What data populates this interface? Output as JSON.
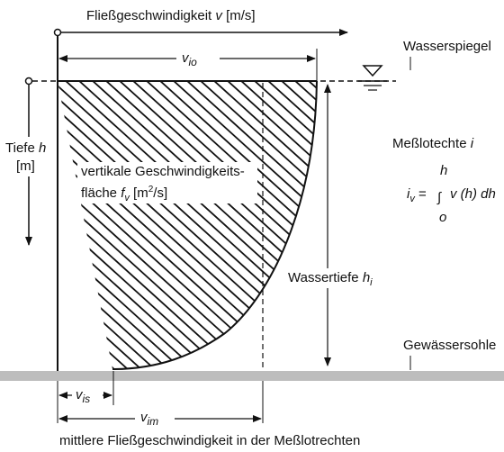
{
  "labels": {
    "velocity_axis": "Fließgeschwindigkeit",
    "velocity_symbol": "v",
    "velocity_unit": "[m/s]",
    "surface_velocity_symbol": "v",
    "surface_velocity_sub": "io",
    "water_surface": "Wasserspiegel",
    "depth_axis": "Tiefe",
    "depth_symbol": "h",
    "depth_unit": "[m]",
    "area_line1": "vertikale Geschwindigkeits-",
    "area_line2_text": "fläche",
    "area_symbol": "f",
    "area_sub": "v",
    "area_unit_open": "[m",
    "area_unit_exp": "2",
    "area_unit_close": "/s]",
    "vertical_title": "Meßlotechte",
    "vertical_symbol": "i",
    "formula_lhs": "i",
    "formula_lhs_sub": "v",
    "formula_eq": "=",
    "formula_upper": "h",
    "formula_lower": "o",
    "formula_integral": "∫",
    "formula_body": "v (h) dh",
    "water_depth": "Wassertiefe",
    "water_depth_symbol": "h",
    "water_depth_sub": "i",
    "bed": "Gewässersohle",
    "bed_velocity_symbol": "v",
    "bed_velocity_sub": "is",
    "mean_velocity_symbol": "v",
    "mean_velocity_sub": "im",
    "caption": "mittlere Fließgeschwindigkeit in der Meßlotrechten"
  },
  "icons": {
    "water_surface": "water-level-triangle-icon"
  },
  "colors": {
    "ink": "#111111",
    "riverbed": "#bdbdbd",
    "background": "#ffffff"
  }
}
